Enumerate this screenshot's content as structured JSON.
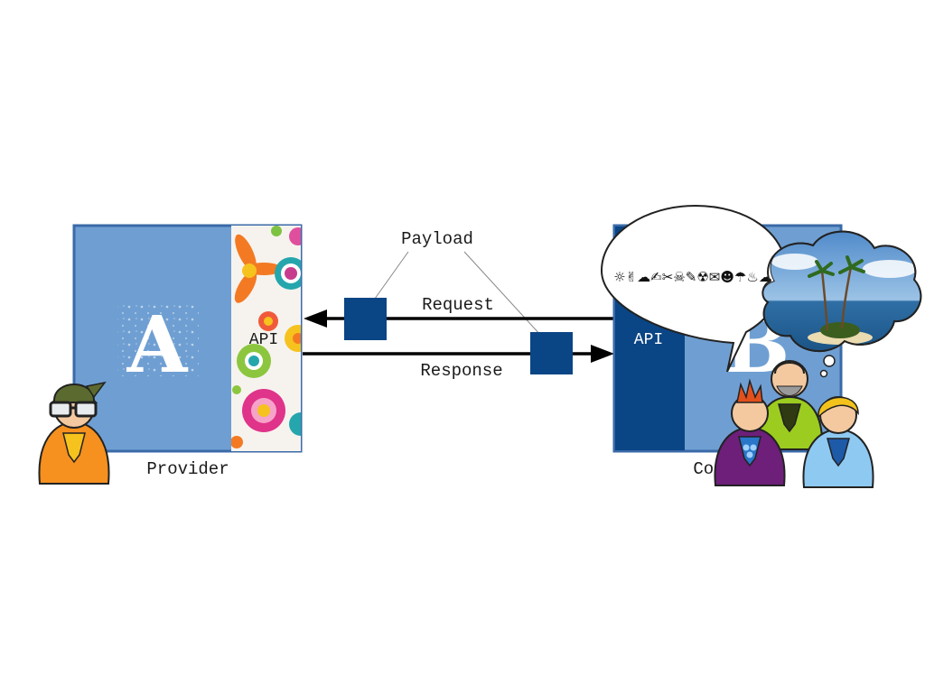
{
  "provider": {
    "letter": "A",
    "api_label": "API",
    "name": "Provider"
  },
  "consumer": {
    "letter": "B",
    "api_label": "API",
    "name": "Consumer"
  },
  "labels": {
    "payload": "Payload",
    "request": "Request",
    "response": "Response"
  },
  "speech": {
    "text": "☼✌☁✍✂☠✎☢✉☻☂♨☁"
  },
  "colors": {
    "box_light": "#6f9fd2",
    "box_dark": "#0a4585",
    "box_border": "#3a6aa8",
    "packet": "#0a4585",
    "arrow": "#000000"
  }
}
